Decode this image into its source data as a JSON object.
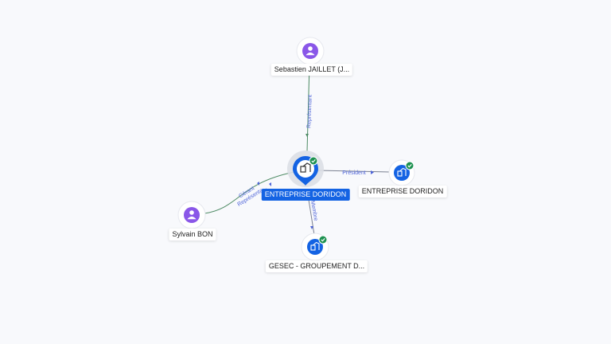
{
  "nodes": {
    "sebastien": {
      "label": "Sebastien JAILLET (J...",
      "kind": "person"
    },
    "main": {
      "label": "ENTREPRISE DORIDON",
      "kind": "company-main",
      "verified": true
    },
    "president_co": {
      "label": "ENTREPRISE DORIDON",
      "kind": "company",
      "verified": true
    },
    "sylvain": {
      "label": "Sylvain BON",
      "kind": "person"
    },
    "gesec": {
      "label": "GESEC - GROUPEMENT D...",
      "kind": "company",
      "verified": true
    }
  },
  "edges": {
    "representant": "Représentant",
    "president": "Président",
    "membre": "Membre",
    "gerant": "Gérant",
    "representant2": "Représenta..."
  },
  "colors": {
    "person": "#8a57e8",
    "company": "#1463e3",
    "verified": "#1d9150",
    "edge_person": "#4c8a63",
    "edge_company": "#7a8090",
    "edge_label": "#4e64d8"
  },
  "icons": {
    "person": "person-icon",
    "company": "building-icon",
    "verified": "check-badge-icon"
  }
}
